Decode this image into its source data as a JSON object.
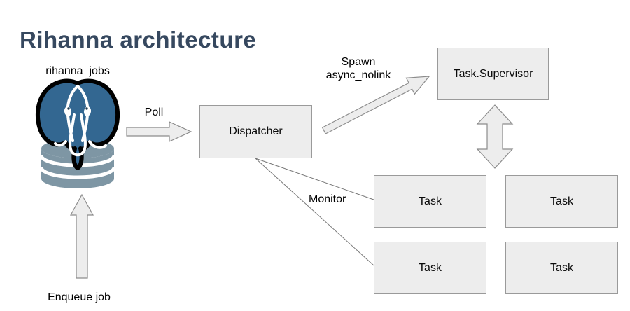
{
  "title": "Rihanna architecture",
  "database": {
    "label": "rihanna_jobs",
    "enqueue_label": "Enqueue job"
  },
  "nodes": {
    "dispatcher": "Dispatcher",
    "supervisor": "Task.Supervisor",
    "tasks": [
      "Task",
      "Task",
      "Task",
      "Task"
    ]
  },
  "edges": {
    "poll": "Poll",
    "spawn_line1": "Spawn",
    "spawn_line2": "async_nolink",
    "monitor": "Monitor"
  },
  "colors": {
    "title": "#36485f",
    "box_fill": "#ededed",
    "box_border": "#9a9a9a",
    "arrow_fill": "#ededed",
    "arrow_stroke": "#8c8c8c",
    "connector_line": "#777777",
    "elephant_blue": "#336791",
    "cylinder_blue_gray": "#7e96a4"
  }
}
